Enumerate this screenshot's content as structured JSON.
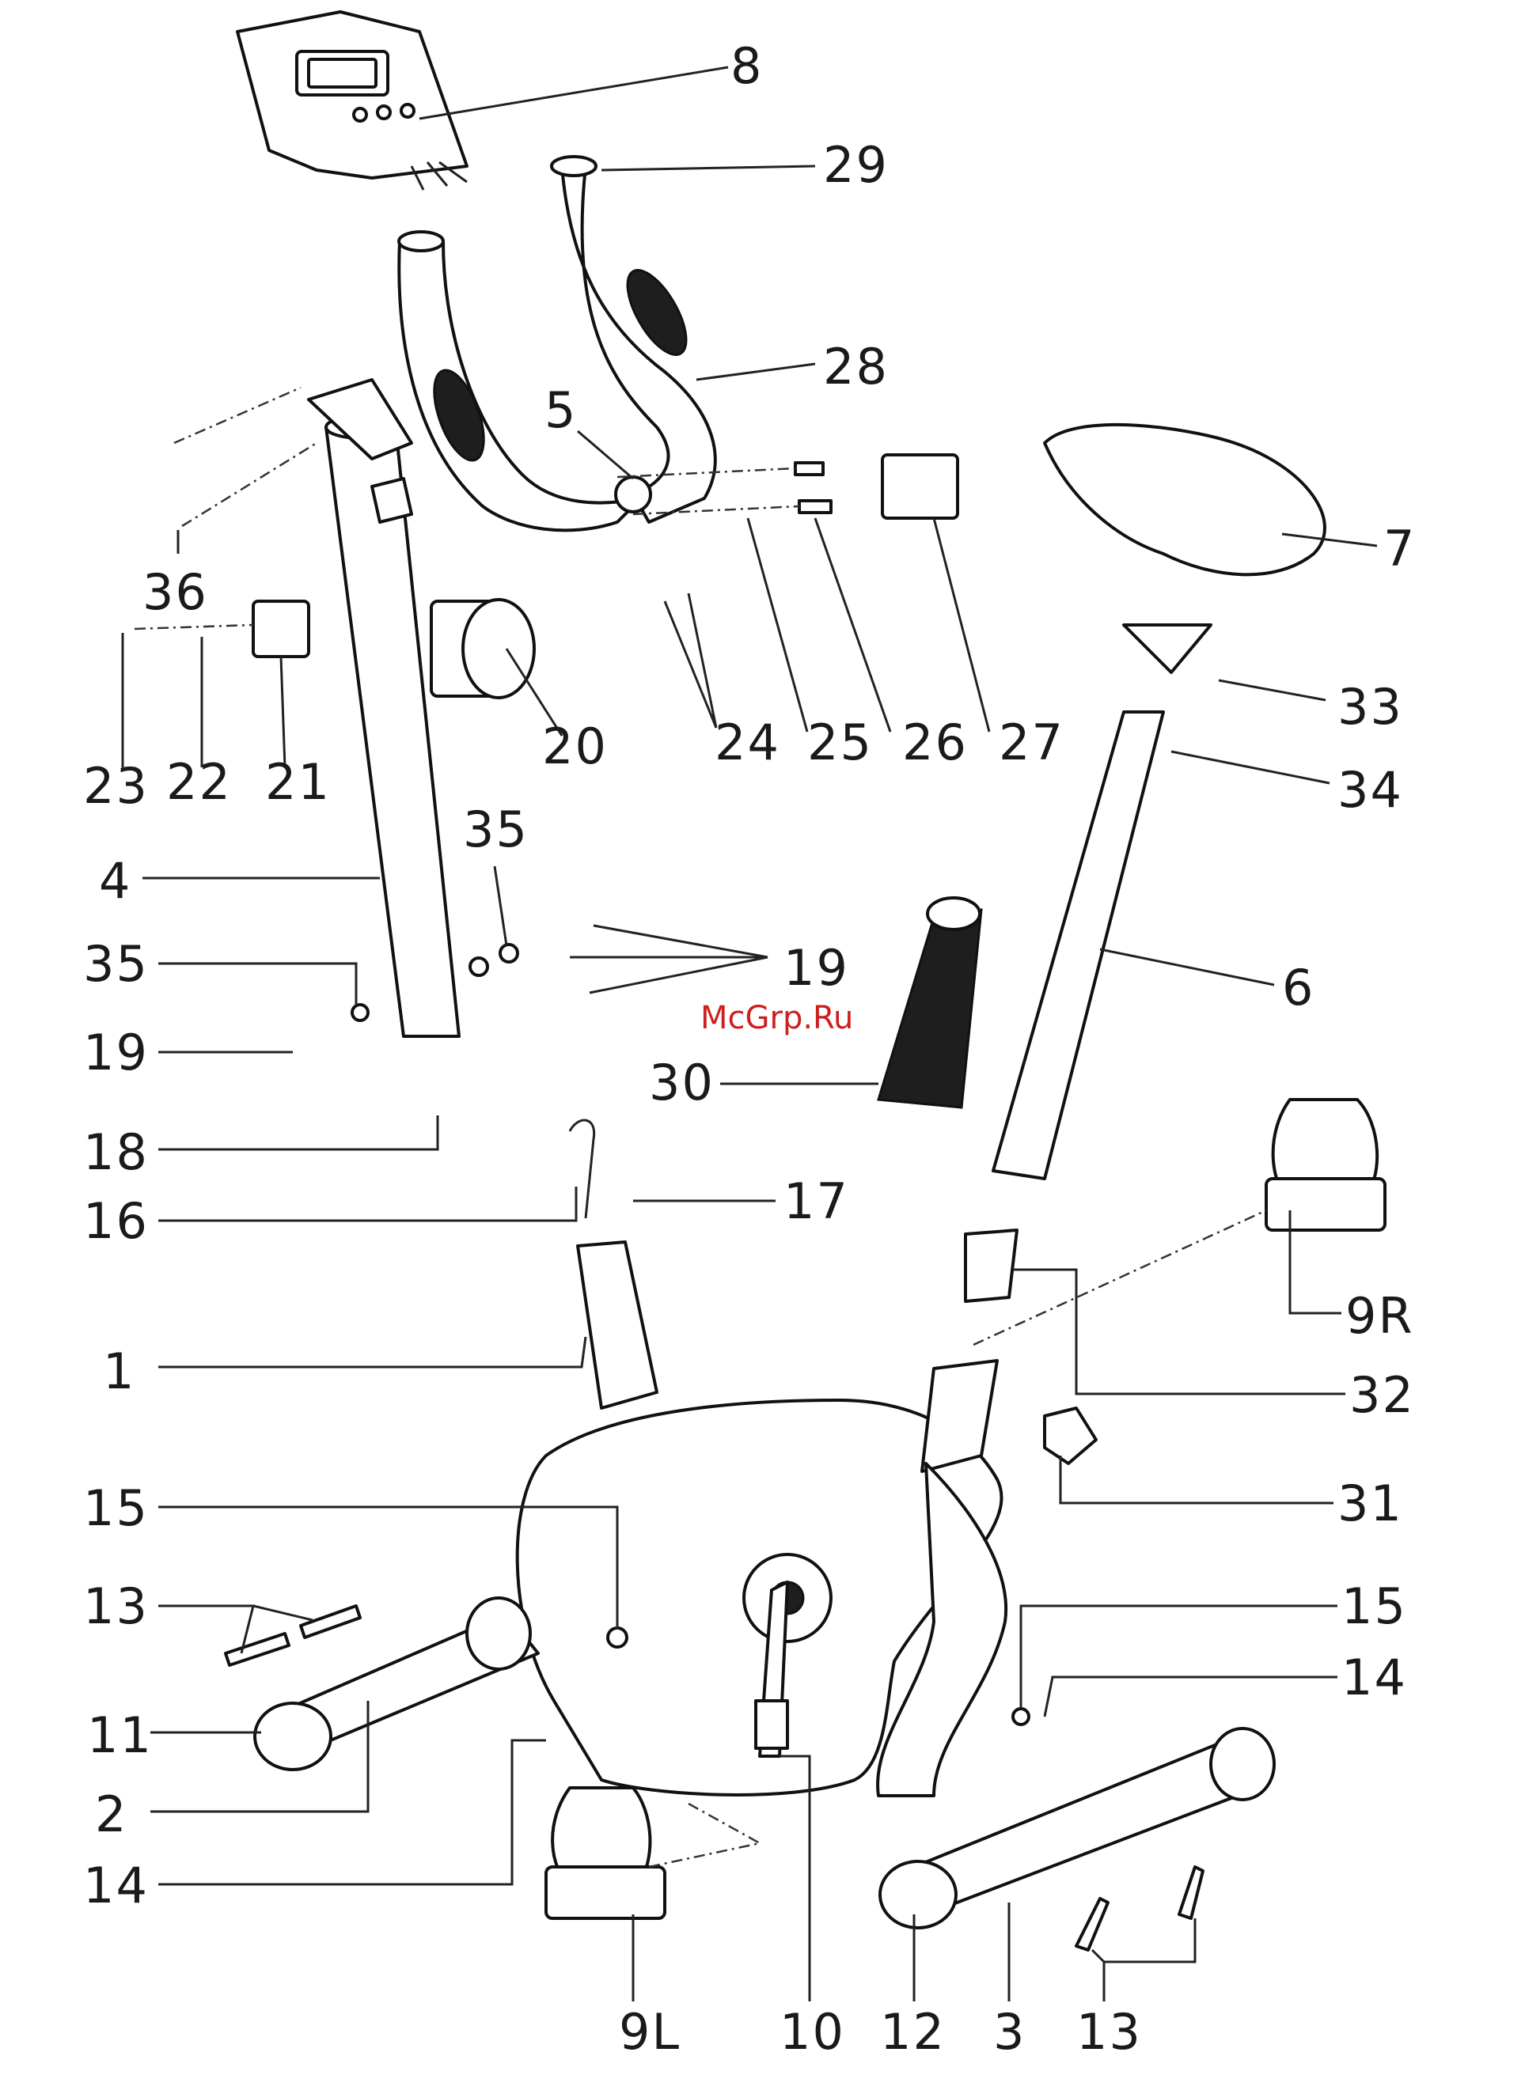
{
  "watermark": "McGrp.Ru",
  "callouts": [
    {
      "id": "c8",
      "text": "8"
    },
    {
      "id": "c29",
      "text": "29"
    },
    {
      "id": "c28",
      "text": "28"
    },
    {
      "id": "c5",
      "text": "5"
    },
    {
      "id": "c7",
      "text": "7"
    },
    {
      "id": "c36",
      "text": "36"
    },
    {
      "id": "c20",
      "text": "20"
    },
    {
      "id": "c24",
      "text": "24"
    },
    {
      "id": "c25",
      "text": "25"
    },
    {
      "id": "c26",
      "text": "26"
    },
    {
      "id": "c27",
      "text": "27"
    },
    {
      "id": "c33",
      "text": "33"
    },
    {
      "id": "c23",
      "text": "23"
    },
    {
      "id": "c22",
      "text": "22"
    },
    {
      "id": "c21",
      "text": "21"
    },
    {
      "id": "c34",
      "text": "34"
    },
    {
      "id": "c35a",
      "text": "35"
    },
    {
      "id": "c4",
      "text": "4"
    },
    {
      "id": "c35b",
      "text": "35"
    },
    {
      "id": "c19a",
      "text": "19"
    },
    {
      "id": "c6",
      "text": "6"
    },
    {
      "id": "c19b",
      "text": "19"
    },
    {
      "id": "c30",
      "text": "30"
    },
    {
      "id": "c18",
      "text": "18"
    },
    {
      "id": "c16",
      "text": "16"
    },
    {
      "id": "c17",
      "text": "17"
    },
    {
      "id": "c9R",
      "text": "9R"
    },
    {
      "id": "c1",
      "text": "1"
    },
    {
      "id": "c32",
      "text": "32"
    },
    {
      "id": "c31",
      "text": "31"
    },
    {
      "id": "c15a",
      "text": "15"
    },
    {
      "id": "c13a",
      "text": "13"
    },
    {
      "id": "c15b",
      "text": "15"
    },
    {
      "id": "c14a",
      "text": "14"
    },
    {
      "id": "c11",
      "text": "11"
    },
    {
      "id": "c2",
      "text": "2"
    },
    {
      "id": "c14b",
      "text": "14"
    },
    {
      "id": "c9L",
      "text": "9L"
    },
    {
      "id": "c10",
      "text": "10"
    },
    {
      "id": "c12",
      "text": "12"
    },
    {
      "id": "c3",
      "text": "3"
    },
    {
      "id": "c13b",
      "text": "13"
    }
  ]
}
